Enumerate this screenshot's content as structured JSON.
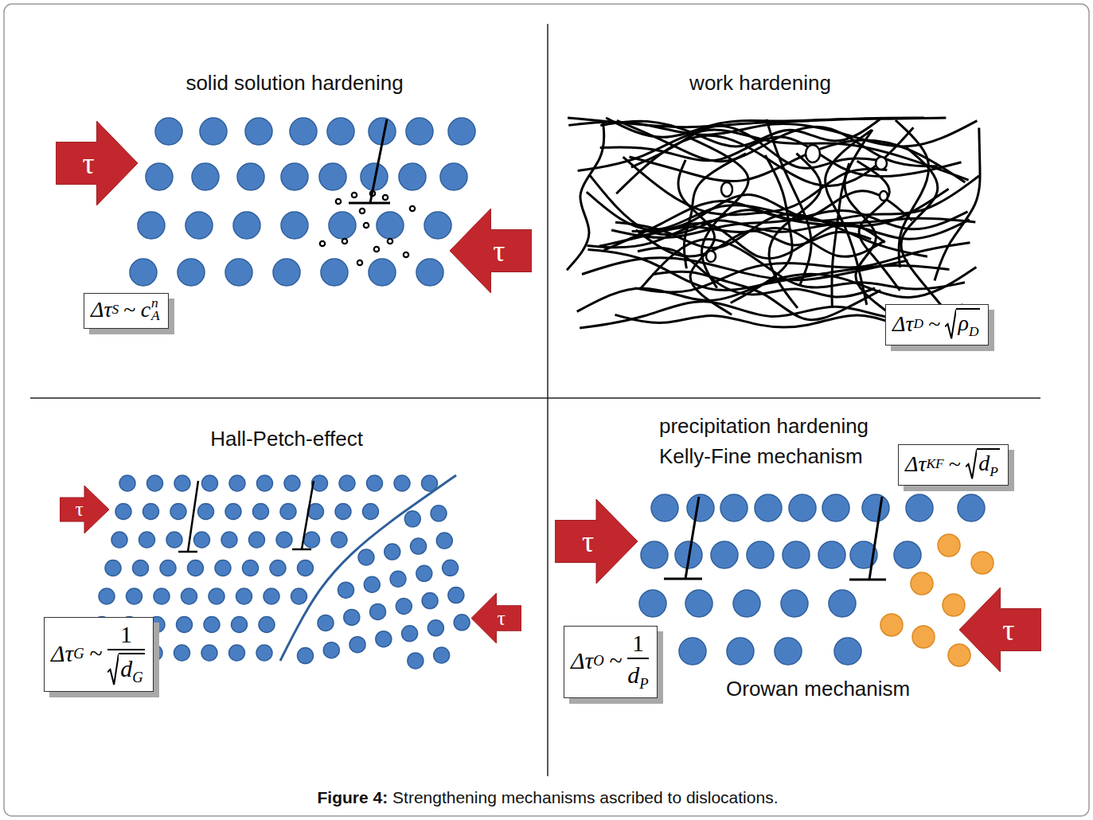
{
  "diagram": {
    "caption": "Figure 4: Strengthening mechanisms ascribed to dislocations.",
    "nodes": [
      {
        "text": [
          "τ"
        ]
      },
      {
        "text": [
          "τ"
        ]
      },
      {
        "text": [
          "Δτ",
          "S",
          "~",
          "c",
          "n",
          "A"
        ]
      },
      {
        "text": [
          "Δτ",
          "D",
          "~",
          "ρ",
          "D"
        ]
      },
      {
        "text": [
          "τ"
        ]
      },
      {
        "text": [
          "τ"
        ]
      },
      {
        "text": [
          "Δτ",
          "G",
          "~",
          "1",
          "d",
          "G"
        ]
      },
      {
        "text": [
          "Δτ",
          "KF",
          "~",
          "d",
          "P"
        ]
      },
      {
        "text": [
          "τ"
        ]
      },
      {
        "text": [
          "τ"
        ]
      },
      {
        "text": [
          "Δτ",
          "O",
          "~",
          "1",
          "d",
          "P"
        ]
      }
    ],
    "labels": [
      "solid solution hardening",
      "work hardening",
      "Hall-Petch-effect",
      "precipitation hardening",
      "Kelly-Fine mechanism",
      "Orowan mechanism"
    ]
  }
}
